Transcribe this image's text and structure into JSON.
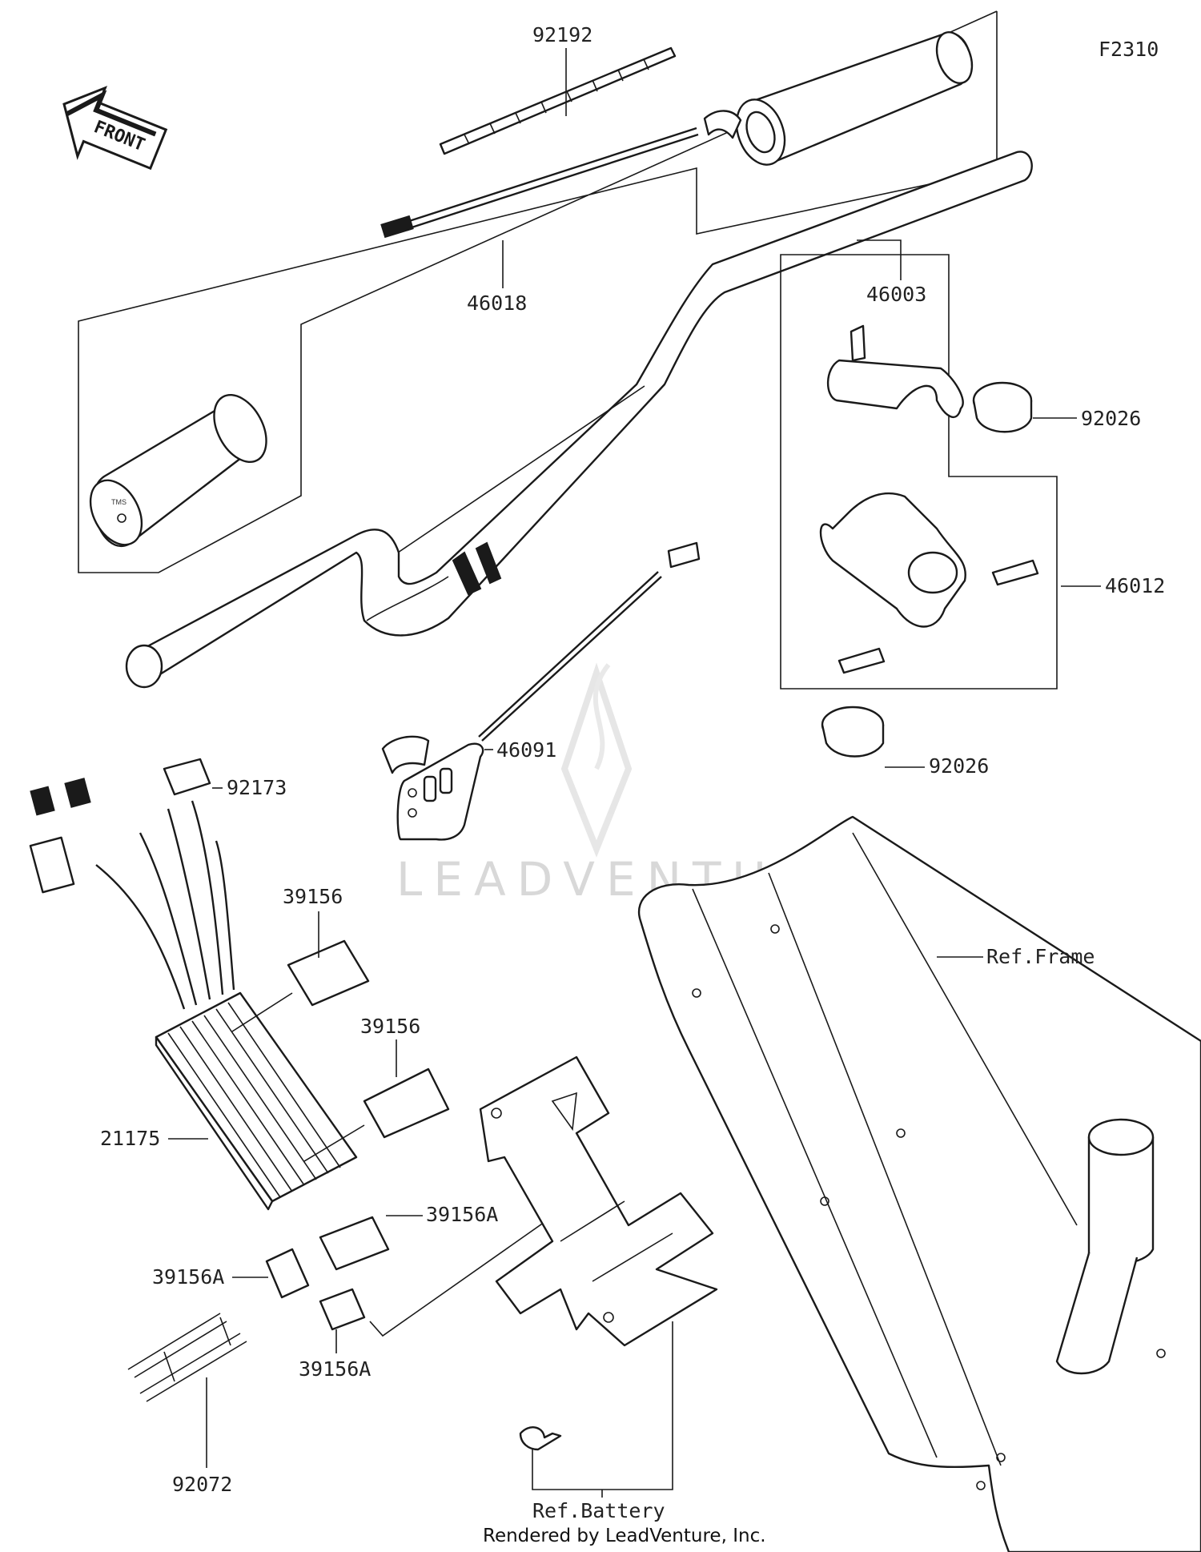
{
  "diagram_code": "F2310",
  "front_arrow": {
    "text": "FRONT",
    "icon": "front-arrow-icon"
  },
  "watermark": {
    "text": "LEADVENTURE",
    "icon": "leadventure-logo-icon"
  },
  "grip_marking": "TMS",
  "labels": {
    "p92192": "92192",
    "p46018": "46018",
    "p46003": "46003",
    "p92026_top": "92026",
    "p46012": "46012",
    "p92026_bottom": "92026",
    "p46091": "46091",
    "p92173": "92173",
    "p39156_a": "39156",
    "p39156_b": "39156",
    "p21175": "21175",
    "p39156A_right": "39156A",
    "p39156A_left": "39156A",
    "p39156A_bottom": "39156A",
    "p92072": "92072",
    "ref_frame": "Ref.Frame",
    "ref_battery": "Ref.Battery"
  },
  "footer": "Rendered by LeadVenture, Inc."
}
